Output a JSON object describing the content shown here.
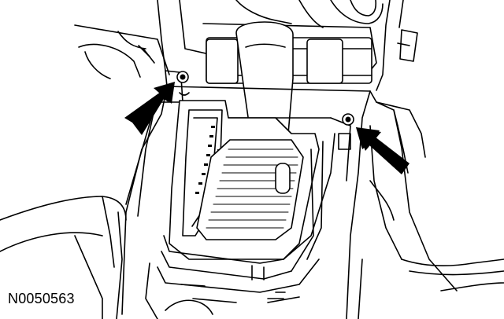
{
  "figure": {
    "reference_code": "N0050563"
  },
  "colors": {
    "line": "#000000",
    "background": "#ffffff"
  },
  "callouts": [
    {
      "name": "left-fastener-arrow",
      "points_to": "left-screw-fastener"
    },
    {
      "name": "right-fastener-arrow",
      "points_to": "right-screw-fastener"
    }
  ]
}
